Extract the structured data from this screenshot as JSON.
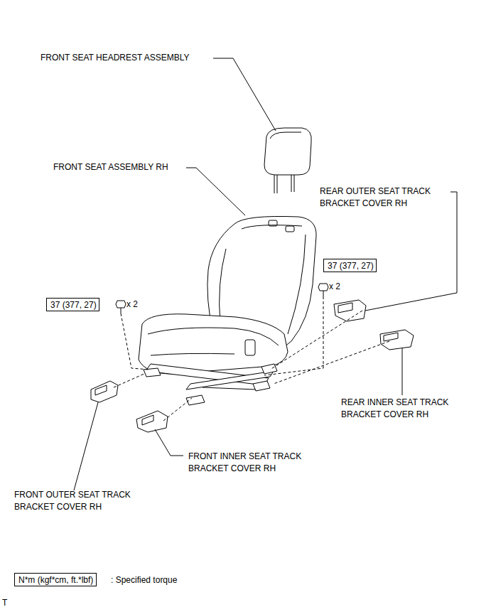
{
  "diagram": {
    "nodes": [
      {
        "text": [
          "37 (377, 27)"
        ]
      },
      {
        "text": [
          "37 (377, 27)"
        ]
      },
      {
        "text": [
          "N*m (kgf*cm, ft.*lbf)"
        ]
      }
    ],
    "labels": [
      "FRONT SEAT HEADREST ASSEMBLY",
      "FRONT SEAT ASSEMBLY RH",
      "REAR OUTER SEAT TRACK BRACKET COVER RH",
      "x 2",
      "x 2",
      "REAR INNER SEAT TRACK BRACKET COVER RH",
      "FRONT INNER SEAT TRACK BRACKET COVER RH",
      "FRONT OUTER SEAT TRACK BRACKET COVER RH",
      ": Specified torque",
      "T"
    ]
  }
}
